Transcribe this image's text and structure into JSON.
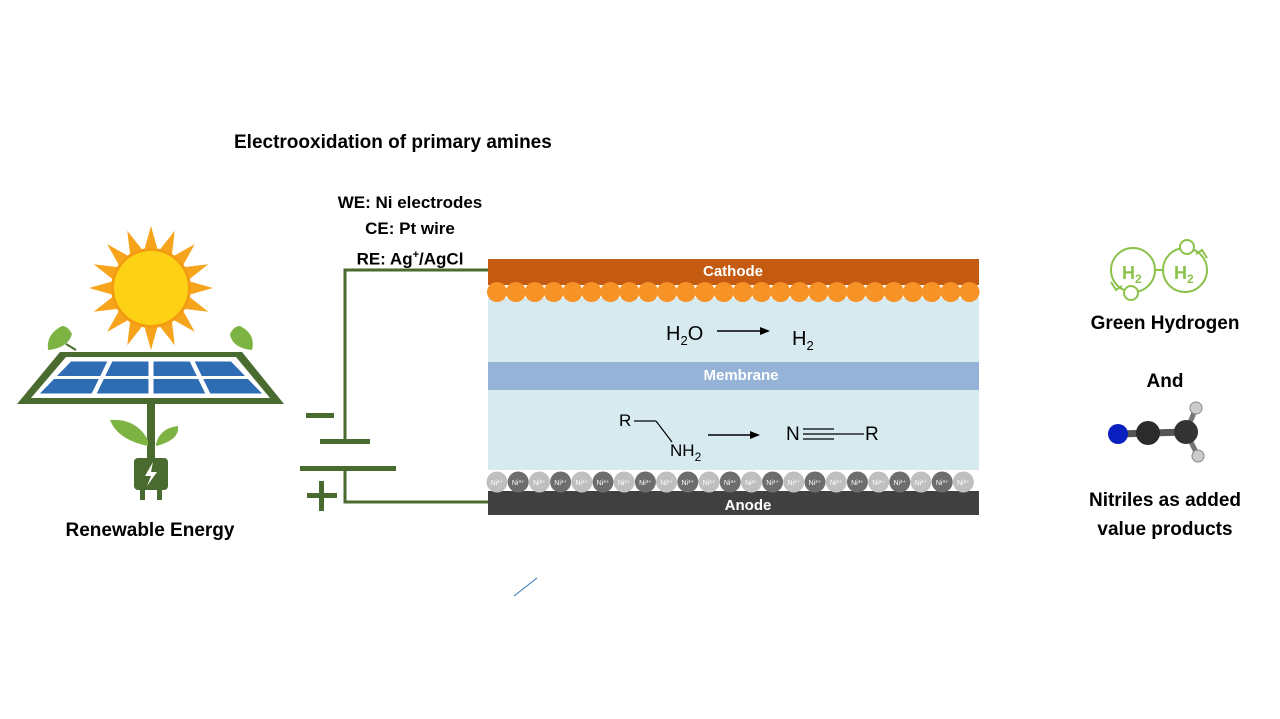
{
  "title": "Electrooxidation of primary amines",
  "setup": {
    "we": "WE: Ni electrodes",
    "ce": "CE: Pt wire",
    "re_prefix": "RE: Ag",
    "re_sup": "+",
    "re_suffix": "/AgCl"
  },
  "left": {
    "label": "Renewable Energy"
  },
  "battery": {
    "minus": "−",
    "plus": "+"
  },
  "cell": {
    "cathode": "Cathode",
    "membrane": "Membrane",
    "anode": "Anode",
    "cathode_reaction": {
      "reactant": "H",
      "reactant_sub": "2",
      "reactant_end": "O",
      "product": "H",
      "product_sub": "2"
    },
    "anode_reaction": {
      "r1": "R",
      "nh": "NH",
      "nh_sub": "2",
      "n": "N",
      "r2": "R"
    },
    "ni_labels": [
      "Ni²⁺",
      "Ni³⁺"
    ]
  },
  "right": {
    "h2_icon_text": "H",
    "h2_icon_sub": "2",
    "green_hydrogen": "Green Hydrogen",
    "and": "And",
    "nitriles_line1": "Nitriles as added",
    "nitriles_line2": "value products"
  },
  "colors": {
    "cathode": "#c55a11",
    "cathode_beads": "#f79226",
    "electrolyte": "#d6eaf0",
    "membrane": "#95b3d7",
    "anode": "#404040",
    "wire": "#4a6b2f",
    "sun": "#f7a41d",
    "panel": "#2e6db4",
    "leaf": "#7cb342",
    "h2_icon": "#8bc34a"
  }
}
